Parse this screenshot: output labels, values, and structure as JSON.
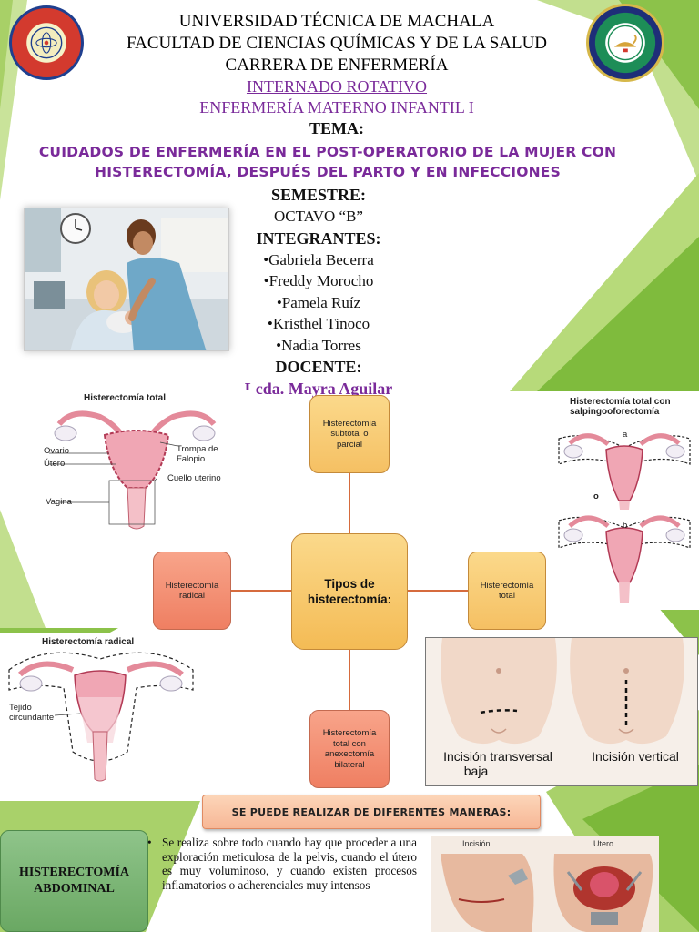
{
  "header": {
    "university": "UNIVERSIDAD TÉCNICA DE MACHALA",
    "faculty": "FACULTAD DE CIENCIAS QUÍMICAS Y DE LA SALUD",
    "career": "CARRERA DE ENFERMERÍA",
    "program": "INTERNADO ROTATIVO",
    "course": "ENFERMERÍA MATERNO INFANTIL I",
    "tema_label": "TEMA:",
    "tema_title_line1": "CUIDADOS DE ENFERMERÍA EN EL POST-OPERATORIO DE LA MUJER CON",
    "tema_title_line2": "HISTERECTOMÍA,  DESPUÉS DEL PARTO Y EN  INFECCIONES"
  },
  "logos": {
    "left": "university-seal-icon",
    "right": "nursing-school-seal-icon"
  },
  "info": {
    "semestre_label": "SEMESTRE:",
    "semestre_value": "OCTAVO “B”",
    "integrantes_label": "INTEGRANTES:",
    "integrantes": [
      "•Gabriela Becerra",
      "•Freddy Morocho",
      "•Pamela Ruíz",
      "•Kristhel Tinoco",
      "•Nadia Torres"
    ],
    "docente_label": "DOCENTE:",
    "docente_name": "Lcda. Mayra Aguilar"
  },
  "diagram_total": {
    "title": "Histerectomía total",
    "labels": {
      "ovario": "Ovario",
      "utero": "Útero",
      "trompa": "Trompa de Falopio",
      "cuello": "Cuello uterino",
      "vagina": "Vagina"
    }
  },
  "diagram_salpingo": {
    "title_line1": "Histerectomía total con",
    "title_line2": "salpingooforectomía",
    "label_a": "a",
    "label_o": "o",
    "label_b": "b"
  },
  "diagram_radical": {
    "title": "Histerectomía radical",
    "tejido_line1": "Tejido",
    "tejido_line2": "circundante"
  },
  "mindmap": {
    "center_line1": "Tipos de",
    "center_line2": "histerectomía:",
    "top_line1": "Histerectomía",
    "top_line2": "subtotal o",
    "top_line3": "parcial",
    "left_line1": "Histerectomía",
    "left_line2": "radical",
    "right_line1": "Histerectomía",
    "right_line2": "total",
    "bottom_line1": "Histerectomía",
    "bottom_line2": "total con",
    "bottom_line3": "anexectomía",
    "bottom_line4": "bilateral"
  },
  "incisions": {
    "transversal_line1": "Incisión transversal",
    "transversal_line2": "baja",
    "vertical": "Incisión vertical"
  },
  "banner": "SE PUEDE REALIZAR DE DIFERENTES MANERAS:",
  "abdominal": {
    "title_line1": "HISTERECTOMÍA",
    "title_line2": "ABDOMINAL",
    "bullet": "•",
    "text": "Se realiza sobre todo cuando hay que proceder a una exploración meticulosa de la pelvis, cuando el útero es muy voluminoso, y cuando existen procesos inflamatorios o adherenciales muy intensos"
  },
  "surgery_photo": {
    "incision_label": "Incisión",
    "utero_label": "Utero"
  },
  "colors": {
    "green_light": "#b5d86b",
    "green_dark": "#6fae2d",
    "purple": "#7a2a9a",
    "node_amber": "#f5c063",
    "node_salmon": "#ef7f62"
  }
}
